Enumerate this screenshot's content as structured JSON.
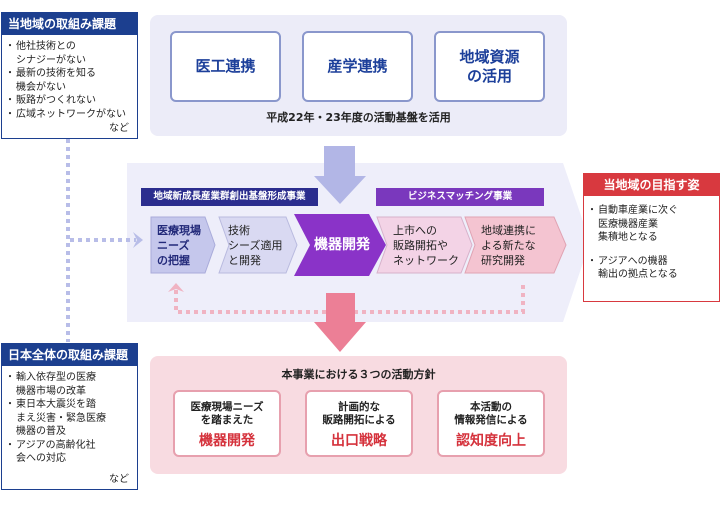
{
  "local_issues": {
    "title": "当地域の取組み課題",
    "items": [
      "他社技術との\nシナジーがない",
      "最新の技術を知る\n機会がない",
      "販路がつくれない",
      "広域ネットワークがない"
    ],
    "suffix": "など"
  },
  "national_issues": {
    "title": "日本全体の取組み課題",
    "items": [
      "輸入依存型の医療\n機器市場の改革",
      "東日本大震災を踏\nまえ災害・緊急医療\n機器の普及",
      "アジアの高齢化社\n会への対応"
    ],
    "suffix": "など"
  },
  "foundation": {
    "boxes": [
      "医工連携",
      "産学連携",
      "地域資源\nの活用"
    ],
    "caption": "平成22年・23年度の活動基盤を活用"
  },
  "process": {
    "tag_left": "地域新成長産業群創出基盤形成事業",
    "tag_right": "ビジネスマッチング事業",
    "steps": [
      "医療現場\nニーズ\nの把握",
      "技術\nシーズ適用\nと開発",
      "機器開発",
      "上市への\n販路開拓や\nネットワーク",
      "地域連携に\nよる新たな\n研究開発"
    ]
  },
  "goal": {
    "title": "当地域の目指す姿",
    "items": [
      "自動車産業に次ぐ\n医療機器産業\n集積地となる",
      "アジアへの機器\n輸出の拠点となる"
    ]
  },
  "policy": {
    "caption": "本事業における３つの活動方針",
    "boxes": [
      {
        "sub": "医療現場ニーズ\nを踏まえた",
        "main": "機器開発"
      },
      {
        "sub": "計画的な\n販路開拓による",
        "main": "出口戦略"
      },
      {
        "sub": "本活動の\n情報発信による",
        "main": "認知度向上"
      }
    ]
  },
  "colors": {
    "navy": "#1c3f8f",
    "lavender": "#ececf8",
    "pink": "#f8dbe1",
    "red": "#d8393f",
    "purple": "#7a38bd"
  }
}
